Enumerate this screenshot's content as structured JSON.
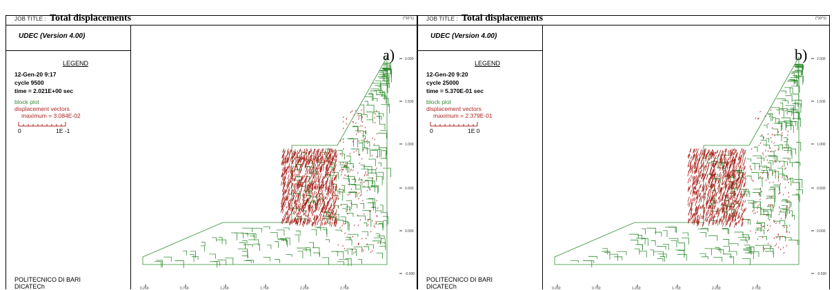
{
  "colors": {
    "block": "#2e8b2e",
    "vector": "#a8201a",
    "frame": "#000000"
  },
  "panels": [
    {
      "job_title_label": "JOB TITLE :",
      "job_title": "Total displacements",
      "version": "UDEC (Version 4.00)",
      "exponent": "(*10^1)",
      "legend_title": "LEGEND",
      "date": "12-Gen-20  9:17",
      "cycle": "cycle 9500",
      "time": "time = 2.021E+00 sec",
      "block_plot": "block plot",
      "disp_vectors": "displacement vectors",
      "maximum": "maximum =    3.084E-02",
      "scale_min": "0",
      "scale_max": "1E -1",
      "institution_1": "POLITECNICO DI BARI",
      "institution_2": "DICATECh",
      "panel_label": "a)",
      "y_ticks": [
        "2.000",
        "1.500",
        "1.000",
        "0.500",
        "0.000",
        "-0.500"
      ],
      "x_ticks": [
        "0.250",
        "0.750",
        "1.250",
        "1.750",
        "2.250",
        "2.750"
      ]
    },
    {
      "job_title_label": "JOB TITLE :",
      "job_title": "Total displacements",
      "version": "UDEC (Version 4.00)",
      "exponent": "(*10^1)",
      "legend_title": "LEGEND",
      "date": "12-Gen-20  9:20",
      "cycle": "cycle 25000",
      "time": "time = 5.370E-01 sec",
      "block_plot": "block plot",
      "disp_vectors": "displacement vectors",
      "maximum": "maximum =    2.379E-01",
      "scale_min": "0",
      "scale_max": "1E  0",
      "institution_1": "POLITECNICO DI BARI",
      "institution_2": "DICATECh",
      "panel_label": "b)",
      "y_ticks": [
        "2.000",
        "1.500",
        "1.000",
        "0.500",
        "0.000",
        "-0.500"
      ],
      "x_ticks": [
        "0.250",
        "0.750",
        "1.250",
        "1.750",
        "2.250",
        "2.750"
      ]
    }
  ]
}
